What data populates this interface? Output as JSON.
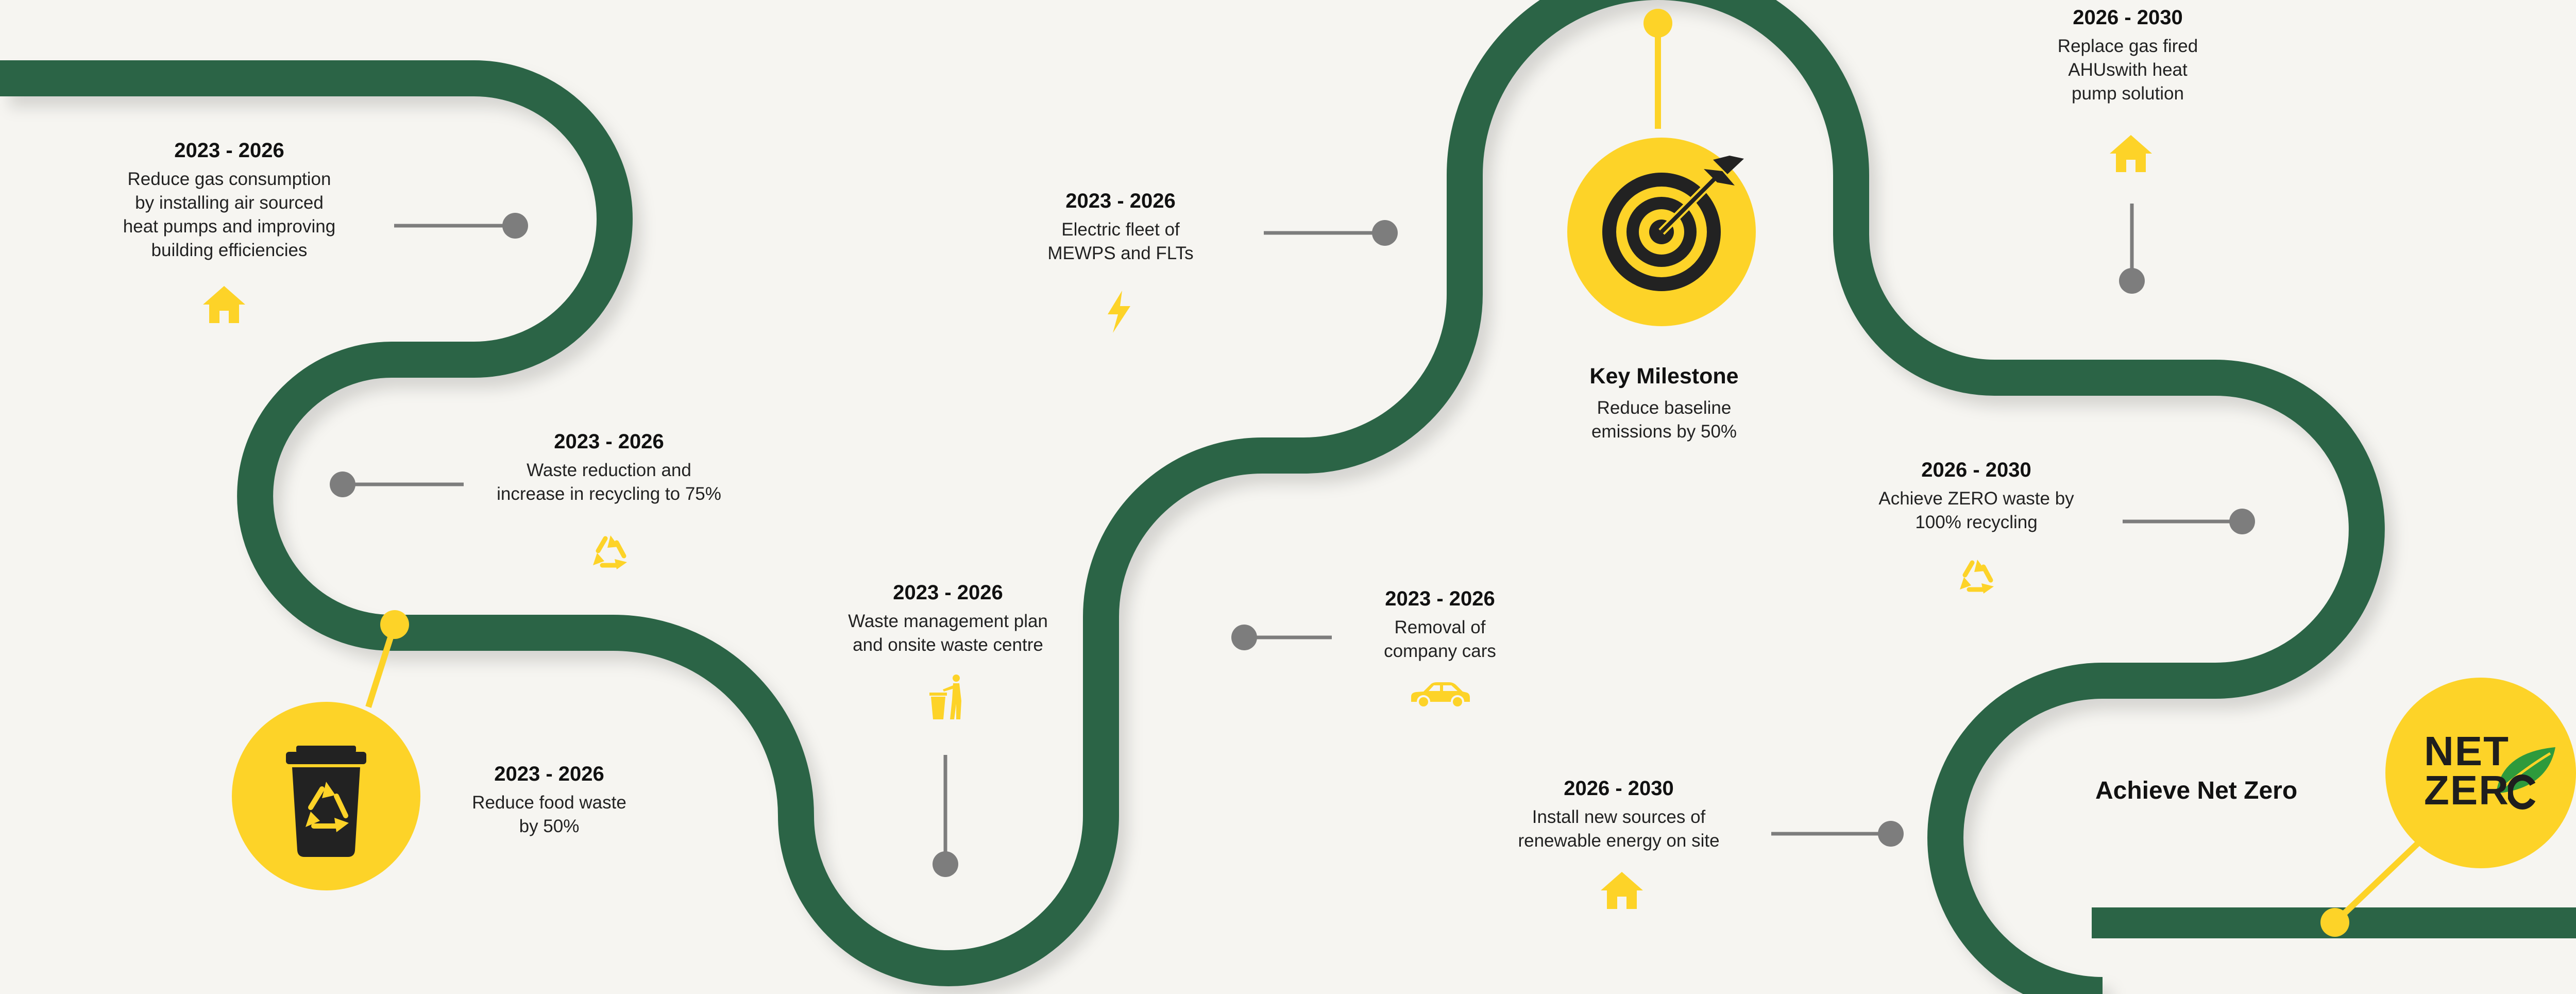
{
  "colors": {
    "road": "#2b6446",
    "accent": "#fdd328",
    "connector": "#7d7d7d",
    "background": "#f6f5f1",
    "dark": "#222222"
  },
  "milestones": [
    {
      "period": "2023 - 2026",
      "lines": [
        "Reduce gas consumption",
        "by installing air sourced",
        "heat pumps and improving",
        "building efficiencies"
      ],
      "icon": "house-icon"
    },
    {
      "period": "2023 - 2026",
      "lines": [
        "Waste reduction and",
        "increase in recycling to 75%"
      ],
      "icon": "recycle-icon"
    },
    {
      "period": "2023 - 2026",
      "lines": [
        "Reduce food waste",
        "by 50%"
      ],
      "icon": "recycling-bin-icon"
    },
    {
      "period": "2023 - 2026",
      "lines": [
        "Waste management plan",
        "and onsite waste centre"
      ],
      "icon": "litter-bin-icon"
    },
    {
      "period": "2023 - 2026",
      "lines": [
        "Electric fleet of",
        "MEWPS and FLTs"
      ],
      "icon": "lightning-icon"
    },
    {
      "period": "2023 - 2026",
      "lines": [
        "Removal of",
        "company cars"
      ],
      "icon": "car-icon"
    },
    {
      "period": "2026 - 2030",
      "lines": [
        "Replace gas fired",
        "AHUswith heat",
        "pump solution"
      ],
      "icon": "house-icon"
    },
    {
      "period": "2026 - 2030",
      "lines": [
        "Achieve ZERO waste by",
        "100% recycling"
      ],
      "icon": "recycle-icon"
    },
    {
      "period": "2026 - 2030",
      "lines": [
        "Install new sources of",
        "renewable energy on site"
      ],
      "icon": "house-icon"
    }
  ],
  "key_milestone": {
    "heading": "Key Milestone",
    "lines": [
      "Reduce baseline",
      "emissions by 50%"
    ],
    "icon": "target-icon"
  },
  "net_zero": {
    "title": "Achieve Net Zero",
    "logo_line1": "NET",
    "logo_line2": "ZER",
    "icon": "leaf-icon"
  }
}
